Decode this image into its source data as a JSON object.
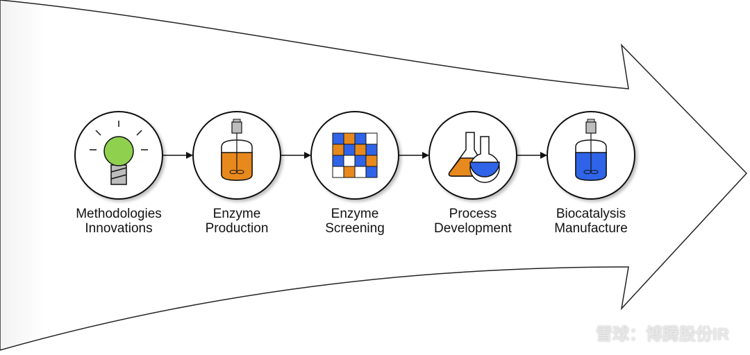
{
  "steps": [
    {
      "line1": "Methodologies",
      "line2": "Innovations",
      "icon": "lightbulb-icon"
    },
    {
      "line1": "Enzyme",
      "line2": "Production",
      "icon": "bioreactor-icon"
    },
    {
      "line1": "Enzyme",
      "line2": "Screening",
      "icon": "screening-grid-icon"
    },
    {
      "line1": "Process",
      "line2": "Development",
      "icon": "flasks-icon"
    },
    {
      "line1": "Biocatalysis",
      "line2": "Manufacture",
      "icon": "bioreactor-icon"
    }
  ],
  "colors": {
    "orange": "#E8891E",
    "blue": "#2F64E8",
    "green": "#8FD14F",
    "gray": "#BDBDBD"
  },
  "grid": [
    [
      "B",
      "O",
      "B",
      "W"
    ],
    [
      "O",
      "B",
      "O",
      "B"
    ],
    [
      "B",
      "W",
      "B",
      "O"
    ],
    [
      "W",
      "O",
      "W",
      "B"
    ]
  ],
  "watermark": "雪球：博腾股份IR"
}
